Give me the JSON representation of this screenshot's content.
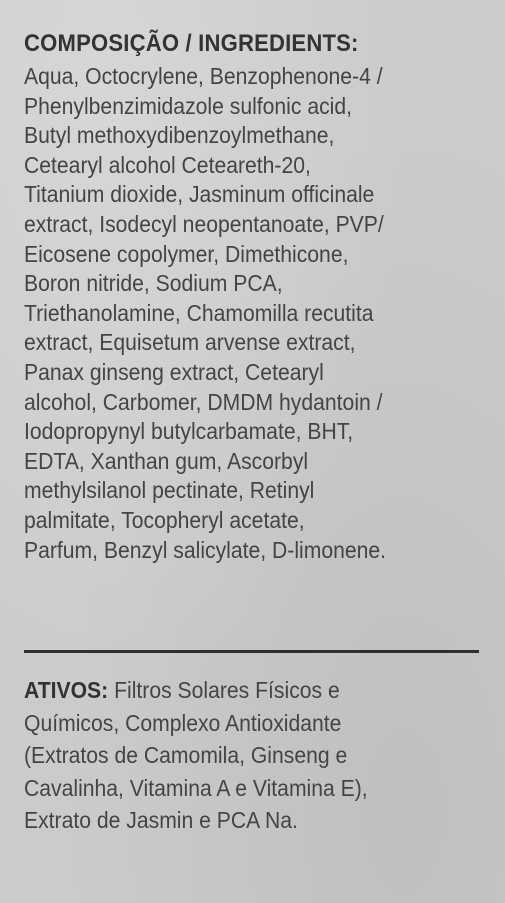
{
  "ingredients": {
    "heading": "COMPOSIÇÃO / INGREDIENTS:",
    "lines": [
      "Aqua, Octocrylene, Benzophenone-4 /",
      "Phenylbenzimidazole sulfonic acid,",
      "Butyl methoxydibenzoylmethane,",
      "Cetearyl alcohol Ceteareth-20,",
      "Titanium dioxide, Jasminum officinale",
      "extract, Isodecyl neopentanoate, PVP/",
      "Eicosene copolymer, Dimethicone,",
      "Boron nitride, Sodium PCA,",
      "Triethanolamine, Chamomilla recutita",
      "extract, Equisetum arvense extract,",
      "Panax ginseng extract, Cetearyl",
      "alcohol, Carbomer, DMDM hydantoin /",
      "Iodopropynyl butylcarbamate, BHT,",
      "EDTA, Xanthan gum, Ascorbyl",
      "methylsilanol pectinate, Retinyl",
      "palmitate, Tocopheryl acetate,",
      "Parfum, Benzyl salicylate, D-limonene."
    ]
  },
  "ativos": {
    "label": "ATIVOS:",
    "first_line_rest": " Filtros Solares Físicos e",
    "lines": [
      "Químicos, Complexo Antioxidante",
      "(Extratos de Camomila, Ginseng e",
      "Cavalinha, Vitamina A e Vitamina E),",
      "Extrato de Jasmin e PCA Na."
    ]
  }
}
